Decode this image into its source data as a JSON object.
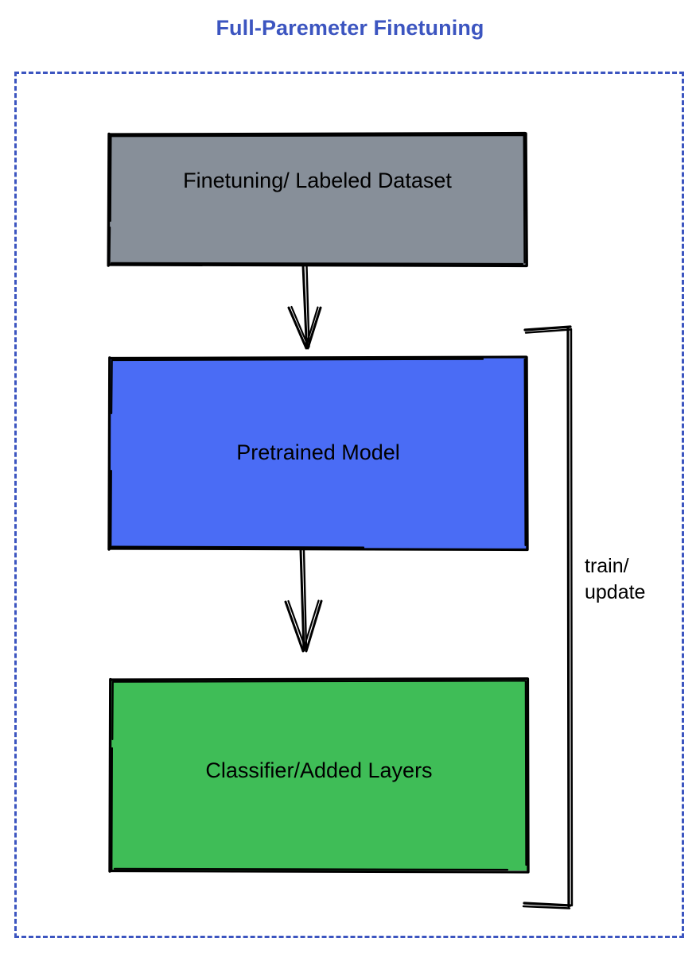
{
  "title": "Full-Paremeter Finetuning",
  "colors": {
    "title": "#3c55c0",
    "frame_border": "#3c55c0",
    "dataset_fill": "#878f99",
    "pretrained_fill": "#4a6cf5",
    "classifier_fill": "#3fbd57",
    "stroke": "#000000",
    "background": "#ffffff"
  },
  "frame": {
    "style": "dashed",
    "label": "diagram-container"
  },
  "nodes": [
    {
      "id": "dataset",
      "label": "Finetuning/ Labeled Dataset",
      "fill": "#878f99"
    },
    {
      "id": "pretrained",
      "label": "Pretrained Model",
      "fill": "#4a6cf5"
    },
    {
      "id": "classifier",
      "label": "Classifier/Added Layers",
      "fill": "#3fbd57"
    }
  ],
  "connectors": [
    {
      "id": "dataset-to-pretrained",
      "from": "dataset",
      "to": "pretrained",
      "style": "hand-drawn-arrow",
      "direction": "down"
    },
    {
      "id": "pretrained-to-classifier",
      "from": "pretrained",
      "to": "classifier",
      "style": "hand-drawn-arrow",
      "direction": "down"
    },
    {
      "id": "feedback-loop",
      "from": "classifier",
      "to": "pretrained",
      "style": "hand-drawn-bracket",
      "label_line1": "train/",
      "label_line2": "update"
    }
  ],
  "loop_label": {
    "line1": "train/",
    "line2": "update"
  }
}
